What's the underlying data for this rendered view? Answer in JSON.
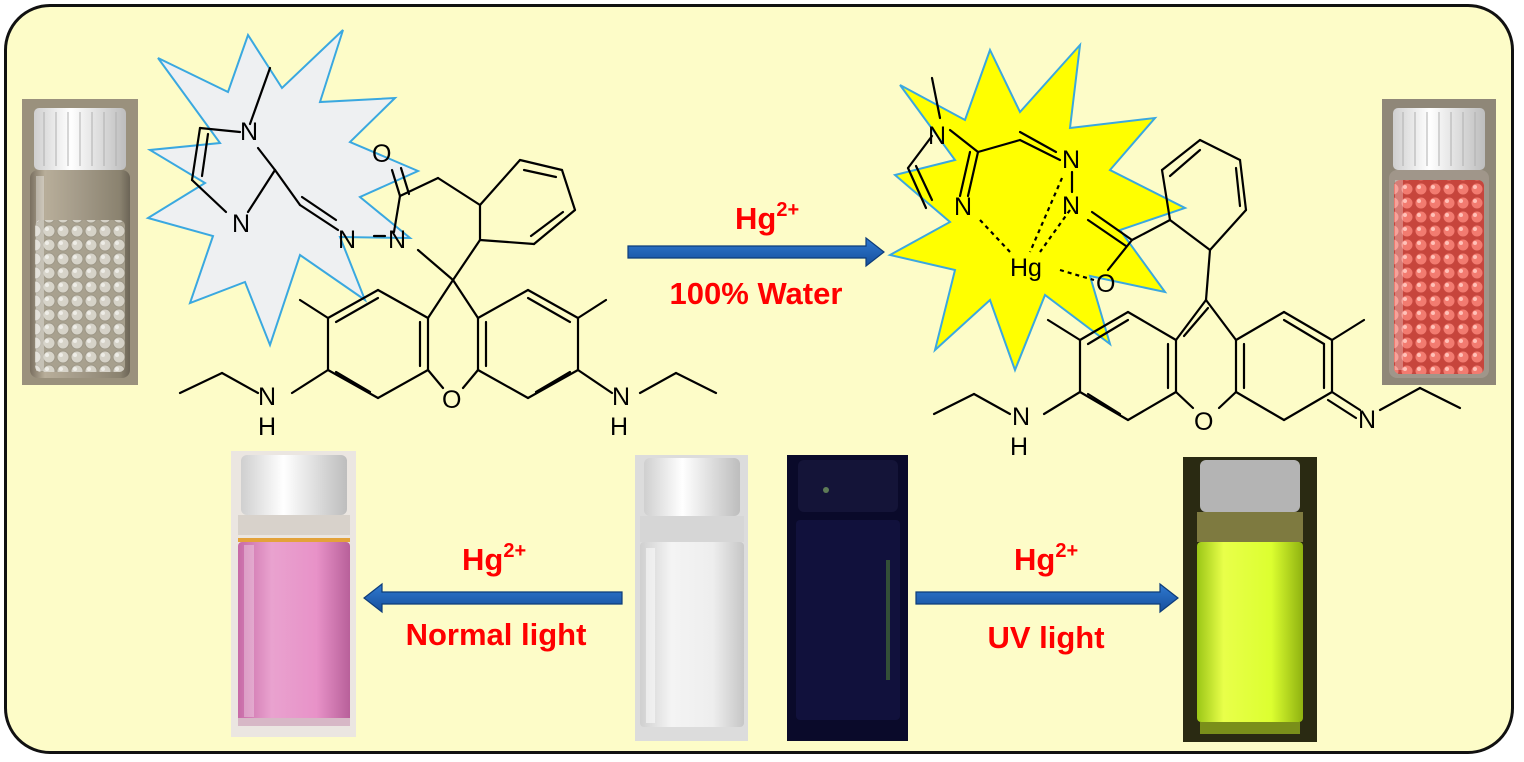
{
  "reaction_top": {
    "reagent": "Hg",
    "charge": "2+",
    "condition": "100% Water"
  },
  "reaction_bottom_left": {
    "reagent": "Hg",
    "charge": "2+",
    "condition": "Normal light"
  },
  "reaction_bottom_right": {
    "reagent": "Hg",
    "charge": "2+",
    "condition": "UV light"
  },
  "atoms": {
    "n": "N",
    "o": "O",
    "h": "H",
    "hg": "Hg"
  },
  "colors": {
    "background": "#fdfcc8",
    "label_red": "#ff0000",
    "arrow_blue": "#1f62b8",
    "burst_outline": "#3aa8e0",
    "burst_fill_left": "#eef0f2",
    "burst_fill_right": "#ffff00",
    "pink_solution": "#e58cc2",
    "fluorescent_solution": "#d8ff2a",
    "red_beads": "#f06a60"
  },
  "icons": {
    "vials": "glass-vial-photo",
    "arrows": "block-arrow"
  }
}
